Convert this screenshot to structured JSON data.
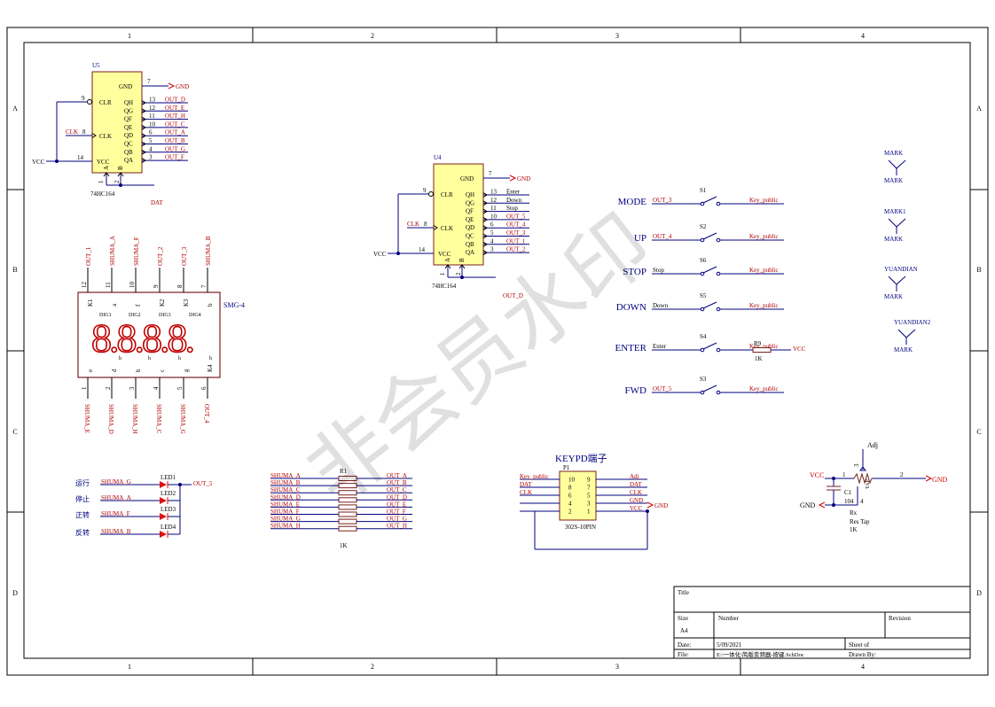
{
  "grid": {
    "cols": [
      "1",
      "2",
      "3",
      "4"
    ],
    "rows": [
      "A",
      "B",
      "C",
      "D"
    ]
  },
  "colors": {
    "wire": "#00007f",
    "net": "#b00000",
    "chip": "#ffff9e",
    "chip_border": "#7a1f1f",
    "led": "#e01010"
  },
  "u5": {
    "ref": "U5",
    "part": "74HC164",
    "pins_left": [
      {
        "num": "9",
        "name": "CLR"
      },
      {
        "num": "8",
        "name": "CLK",
        "net": "CLK"
      },
      {
        "num": "14",
        "name": "VCC",
        "net": "VCC"
      }
    ],
    "gnd": {
      "num": "7",
      "name": "GND",
      "net": "GND"
    },
    "outs": [
      {
        "num": "13",
        "name": "QH",
        "net": "OUT_D"
      },
      {
        "num": "12",
        "name": "QG",
        "net": "OUT_E"
      },
      {
        "num": "11",
        "name": "QF",
        "net": "OUT_H"
      },
      {
        "num": "10",
        "name": "QE",
        "net": "OUT_C"
      },
      {
        "num": "6",
        "name": "QD",
        "net": "OUT_A"
      },
      {
        "num": "5",
        "name": "QC",
        "net": "OUT_B"
      },
      {
        "num": "4",
        "name": "QB",
        "net": "OUT_G"
      },
      {
        "num": "3",
        "name": "QA",
        "net": "OUT_F"
      }
    ],
    "pin_a": {
      "num": "1",
      "name": "A"
    },
    "pin_b": {
      "num": "2",
      "name": "B"
    },
    "dat": "DAT"
  },
  "u4": {
    "ref": "U4",
    "part": "74HC164",
    "pins_left": [
      {
        "num": "9",
        "name": "CLR"
      },
      {
        "num": "8",
        "name": "CLK",
        "net": "CLK"
      },
      {
        "num": "14",
        "name": "VCC",
        "net": "VCC"
      }
    ],
    "gnd": {
      "num": "7",
      "name": "GND",
      "net": "GND"
    },
    "outs": [
      {
        "num": "13",
        "name": "QH",
        "net": "Enter"
      },
      {
        "num": "12",
        "name": "QG",
        "net": "Down"
      },
      {
        "num": "11",
        "name": "QF",
        "net": "Stop"
      },
      {
        "num": "10",
        "name": "QE",
        "net": "OUT_5"
      },
      {
        "num": "6",
        "name": "QD",
        "net": "OUT_4"
      },
      {
        "num": "5",
        "name": "QC",
        "net": "OUT_3"
      },
      {
        "num": "4",
        "name": "QB",
        "net": "OUT_1"
      },
      {
        "num": "3",
        "name": "QA",
        "net": "OUT_2"
      }
    ],
    "pin_a": {
      "num": "1",
      "name": "A"
    },
    "pin_b": {
      "num": "2",
      "name": "B"
    },
    "out_net": "OUT_D"
  },
  "smg": {
    "ref": "SMG-4",
    "digit_text": "8.8.8.8.",
    "digits": [
      "DIG1",
      "DIG2",
      "DIG3",
      "DIG4"
    ],
    "h_marks": [
      "h",
      "h",
      "h",
      "h"
    ],
    "top_pins": [
      {
        "num": "12",
        "label": "K1",
        "net": "OUT_1"
      },
      {
        "num": "11",
        "label": "a",
        "net": "SHUMA_A"
      },
      {
        "num": "10",
        "label": "f",
        "net": "SHUMA_F"
      },
      {
        "num": "9",
        "label": "K2",
        "net": "OUT_2"
      },
      {
        "num": "8",
        "label": "K3",
        "net": "OUT_3"
      },
      {
        "num": "7",
        "label": "b",
        "net": "SHUMA_B"
      }
    ],
    "bottom_pins": [
      {
        "num": "1",
        "label": "e",
        "net": "SHUMA_E"
      },
      {
        "num": "2",
        "label": "d",
        "net": "SHUMA_D"
      },
      {
        "num": "3",
        "label": "h",
        "net": "SHUMA_H"
      },
      {
        "num": "4",
        "label": "c",
        "net": "SHUMA_C"
      },
      {
        "num": "5",
        "label": "g",
        "net": "SHUMA_G"
      },
      {
        "num": "6",
        "label": "K4",
        "net": "OUT_4"
      }
    ]
  },
  "leds": {
    "common_net": "OUT_5",
    "items": [
      {
        "label": "运行",
        "net": "SHUMA_G",
        "ref": "LED1"
      },
      {
        "label": "停止",
        "net": "SHUMA_A",
        "ref": "LED2"
      },
      {
        "label": "正转",
        "net": "SHUMA_F",
        "ref": "LED3"
      },
      {
        "label": "反转",
        "net": "SHUMA_B",
        "ref": "LED4"
      }
    ]
  },
  "r1": {
    "ref": "R1",
    "value": "1K",
    "rows": [
      {
        "left": "SHUMA_A",
        "right": "OUT_A"
      },
      {
        "left": "SHUMA_B",
        "right": "OUT_B"
      },
      {
        "left": "SHUMA_C",
        "right": "OUT_C"
      },
      {
        "left": "SHUMA_D",
        "right": "OUT_D"
      },
      {
        "left": "SHUMA_E",
        "right": "OUT_E"
      },
      {
        "left": "SHUMA_F",
        "right": "OUT_F"
      },
      {
        "left": "SHUMA_G",
        "right": "OUT_G"
      },
      {
        "left": "SHUMA_H",
        "right": "OUT_H"
      }
    ]
  },
  "keypad": {
    "title": "KEYPD端子",
    "ref": "P1",
    "part": "302S-10PIN",
    "left": [
      {
        "net": "Key_public",
        "num": "10"
      },
      {
        "net": "DAT",
        "num": "8"
      },
      {
        "net": "CLK",
        "num": "6"
      },
      {
        "net": "",
        "num": "4"
      },
      {
        "net": "",
        "num": "2"
      }
    ],
    "right": [
      {
        "num": "9",
        "net": "Adj"
      },
      {
        "num": "7",
        "net": "DAT"
      },
      {
        "num": "5",
        "net": "CLK"
      },
      {
        "num": "3",
        "net": "GND"
      },
      {
        "num": "1",
        "net": "VCC"
      }
    ]
  },
  "switches": {
    "public": "Key_public",
    "items": [
      {
        "label": "MODE",
        "net": "OUT_3",
        "ref": "S1"
      },
      {
        "label": "UP",
        "net": "OUT_4",
        "ref": "S2"
      },
      {
        "label": "STOP",
        "net": "Stop",
        "ref": "S6"
      },
      {
        "label": "DOWN",
        "net": "Down",
        "ref": "S5"
      },
      {
        "label": "ENTER",
        "net": "Enter",
        "ref": "S4"
      },
      {
        "label": "FWD",
        "net": "OUT_5",
        "ref": "S3"
      }
    ],
    "r9": {
      "ref": "R9",
      "value": "1K",
      "net": "VCC"
    }
  },
  "marks": [
    {
      "top": "MARK",
      "bottom": "MARK"
    },
    {
      "top": "MARK1",
      "bottom": "MARK"
    },
    {
      "top": "YUANDIAN",
      "bottom": "MARK"
    },
    {
      "top": "YUANDIAN2",
      "bottom": "MARK"
    }
  ],
  "pot": {
    "adj": "Adj",
    "pin3": "3",
    "pin1": "1",
    "pin2": "2",
    "pin4": "4",
    "tap": "TAP",
    "vcc": "VCC",
    "gnd": "GND",
    "c1": "C1",
    "c1_val": "104",
    "rx": "Rx",
    "rx_type": "Res Tap",
    "rx_val": "1K"
  },
  "title_block": {
    "title_label": "Title",
    "size_label": "Size",
    "size_value": "A4",
    "number_label": "Number",
    "revision_label": "Revision",
    "date_label": "Date:",
    "date_value": "5/09/2021",
    "sheet_label": "Sheet   of",
    "file_label": "File:",
    "file_value": "E:\\一体化\\简版变频器-按键.SchDoc",
    "drawn_label": "Drawn By:"
  },
  "watermark": "非会员水印"
}
